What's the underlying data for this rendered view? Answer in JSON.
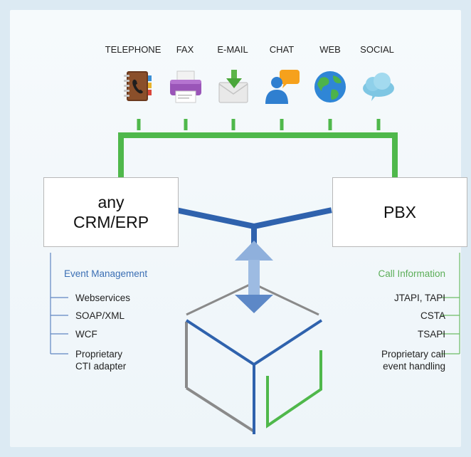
{
  "channels": [
    {
      "label": "TELEPHONE",
      "icon": "address-book-phone-icon"
    },
    {
      "label": "FAX",
      "icon": "fax-printer-icon"
    },
    {
      "label": "E-MAIL",
      "icon": "email-envelope-icon"
    },
    {
      "label": "CHAT",
      "icon": "chat-person-bubble-icon"
    },
    {
      "label": "WEB",
      "icon": "globe-icon"
    },
    {
      "label": "SOCIAL",
      "icon": "cloud-icon"
    }
  ],
  "crm_box": {
    "line1": "any",
    "line2": "CRM/ERP"
  },
  "pbx_box": {
    "label": "PBX"
  },
  "left_section": {
    "heading": "Event Management",
    "items": [
      "Webservices",
      "SOAP/XML",
      "WCF",
      "Proprietary\nCTI adapter"
    ]
  },
  "right_section": {
    "heading": "Call Information",
    "items": [
      "JTAPI, TAPI",
      "CSTA",
      "TSAPI",
      "Proprietary call\nevent handling"
    ]
  },
  "colors": {
    "green": "#4fb84b",
    "blue": "#2f62ad",
    "gray": "#8a8a8a",
    "arrow_blue": "#6f96cf"
  }
}
